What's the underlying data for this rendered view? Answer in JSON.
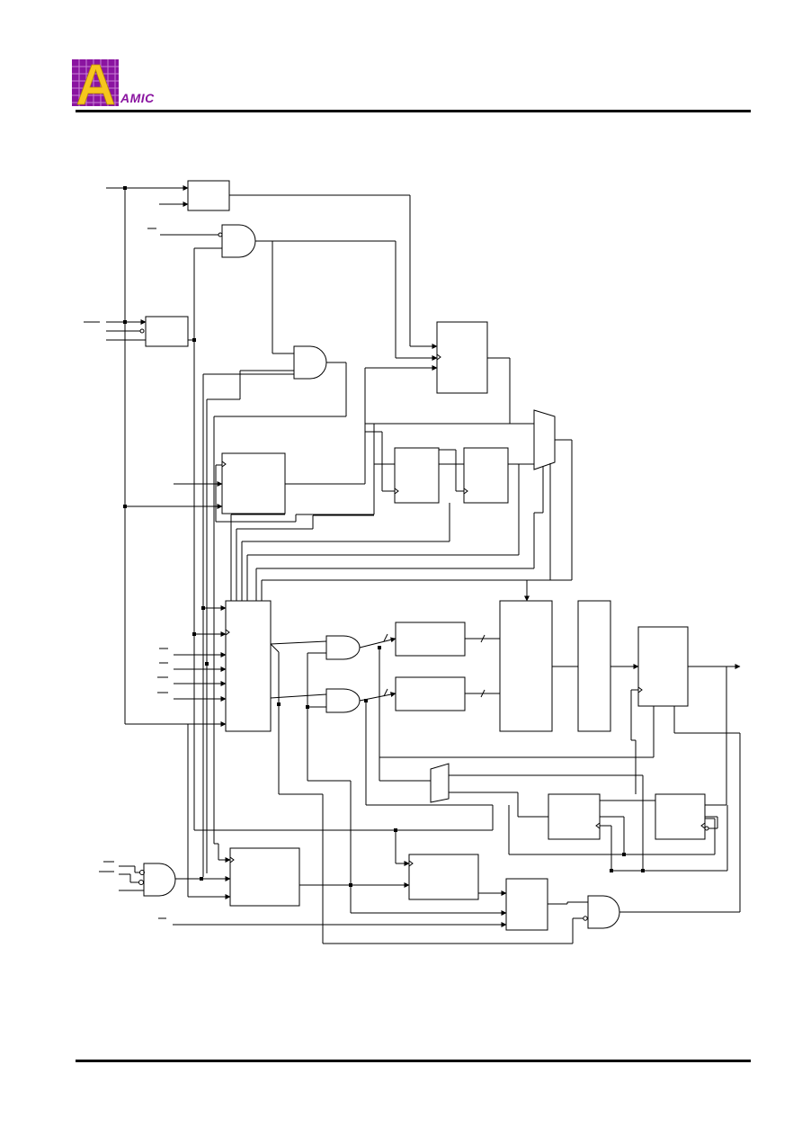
{
  "header": {
    "company": "AMIC",
    "logo_letter": "A"
  },
  "colors": {
    "logo_purple": "#8a14a0",
    "logo_gold": "#f6c61e",
    "line": "#000000"
  },
  "diagram": {
    "kind": "logic-block-diagram",
    "text_labels": []
  }
}
